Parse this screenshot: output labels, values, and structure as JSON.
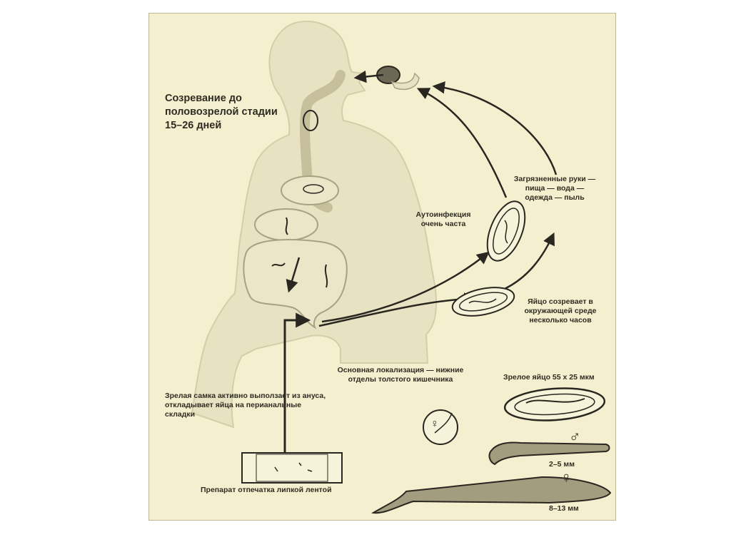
{
  "figure": {
    "maturation_label": "Созревание до половозрелой стадии 15–26 дней",
    "contaminated_label": "Загрязненные руки — пища — вода — одежда — пыль",
    "autoinfection_label": "Аутоинфекция очень часта",
    "egg_matures_label": "Яйцо созревает в окружающей среде несколько часов",
    "localization_label": "Основная локализация — нижние отделы толстого кишечника",
    "female_exits_label": "Зрелая самка активно выползает из ануса, откладывает яйца на перианальные складки",
    "mature_egg_label": "Зрелое яйцо 55 х 25 мкм",
    "male_size_label": "2–5 мм",
    "female_size_label": "8–13 мм",
    "tape_prep_label": "Препарат отпечатка липкой лентой",
    "male_symbol": "♂",
    "female_symbol": "♀"
  }
}
